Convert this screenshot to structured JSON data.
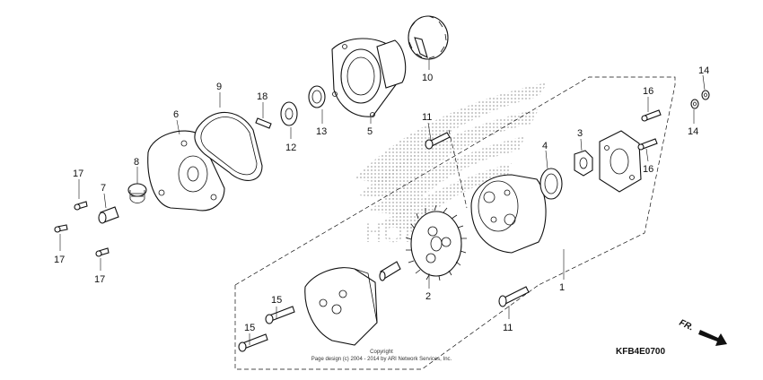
{
  "labels": {
    "p1": "1",
    "p2": "2",
    "p3": "3",
    "p4": "4",
    "p5": "5",
    "p6": "6",
    "p7": "7",
    "p8": "8",
    "p9": "9",
    "p10": "10",
    "p11a": "11",
    "p11b": "11",
    "p12": "12",
    "p13": "13",
    "p14a": "14",
    "p14b": "14",
    "p15a": "15",
    "p15b": "15",
    "p16a": "16",
    "p16b": "16",
    "p17a": "17",
    "p17b": "17",
    "p17c": "17",
    "p18": "18"
  },
  "diagram_code": "KFB4E0700",
  "direction": "FR.",
  "copyright_line1": "Copyright",
  "copyright_line2": "Page design (c) 2004 - 2014 by ARI Network Services, Inc.",
  "watermark": "HONDA"
}
